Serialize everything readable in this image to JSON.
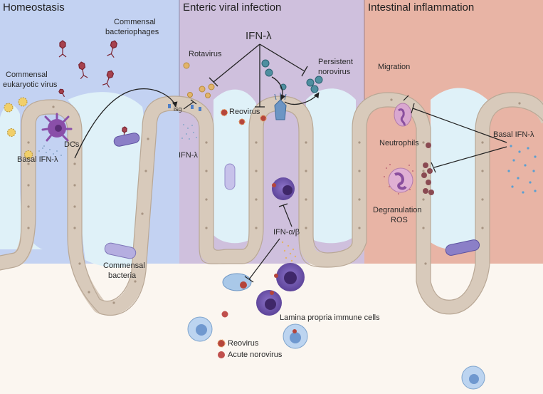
{
  "panels": {
    "homeostasis": "Homeostasis",
    "enteric": "Enteric viral infection",
    "inflammation": "Intestinal inflammation"
  },
  "labels": {
    "commensal_bacteriophages_1": "Commensal",
    "commensal_bacteriophages_2": "bacteriophages",
    "commensal_virus_1": "Commensal",
    "commensal_virus_2": "eukaryotic virus",
    "dcs": "DCs",
    "basal_ifn_left": "Basal IFN-λ",
    "commensal_bacteria_1": "Commensal",
    "commensal_bacteria_2": "bacteria",
    "ifn_lambda_top": "IFN-λ",
    "rotavirus": "Rotavirus",
    "persistent_norovirus_1": "Persistent",
    "persistent_norovirus_2": "norovirus",
    "isg": "isg",
    "reovirus_mid": "Reovirus",
    "ifn_lambda_mid": "IFN-λ",
    "ifn_ab": "IFN-α/β",
    "lamina_propria": "Lamina propria immune cells",
    "migration": "Migration",
    "neutrophils": "Neutrophils",
    "basal_ifn_right": "Basal IFN-λ",
    "degranulation": "Degranulation",
    "ros": "ROS"
  },
  "legend": {
    "reovirus": "Reovirus",
    "acute_norovirus": "Acute norovirus"
  },
  "colors": {
    "homeostasis_bg": "#c3d2f2",
    "enteric_bg": "#cfc0dd",
    "inflammation_bg": "#e8b4a5",
    "lumen": "#dff1f8",
    "epithelium": "#ddd1c3",
    "lamina": "#fbf6f0",
    "reovirus": "#b5453b",
    "norovirus": "#4f8fa0",
    "rotavirus": "#e2b46a"
  }
}
